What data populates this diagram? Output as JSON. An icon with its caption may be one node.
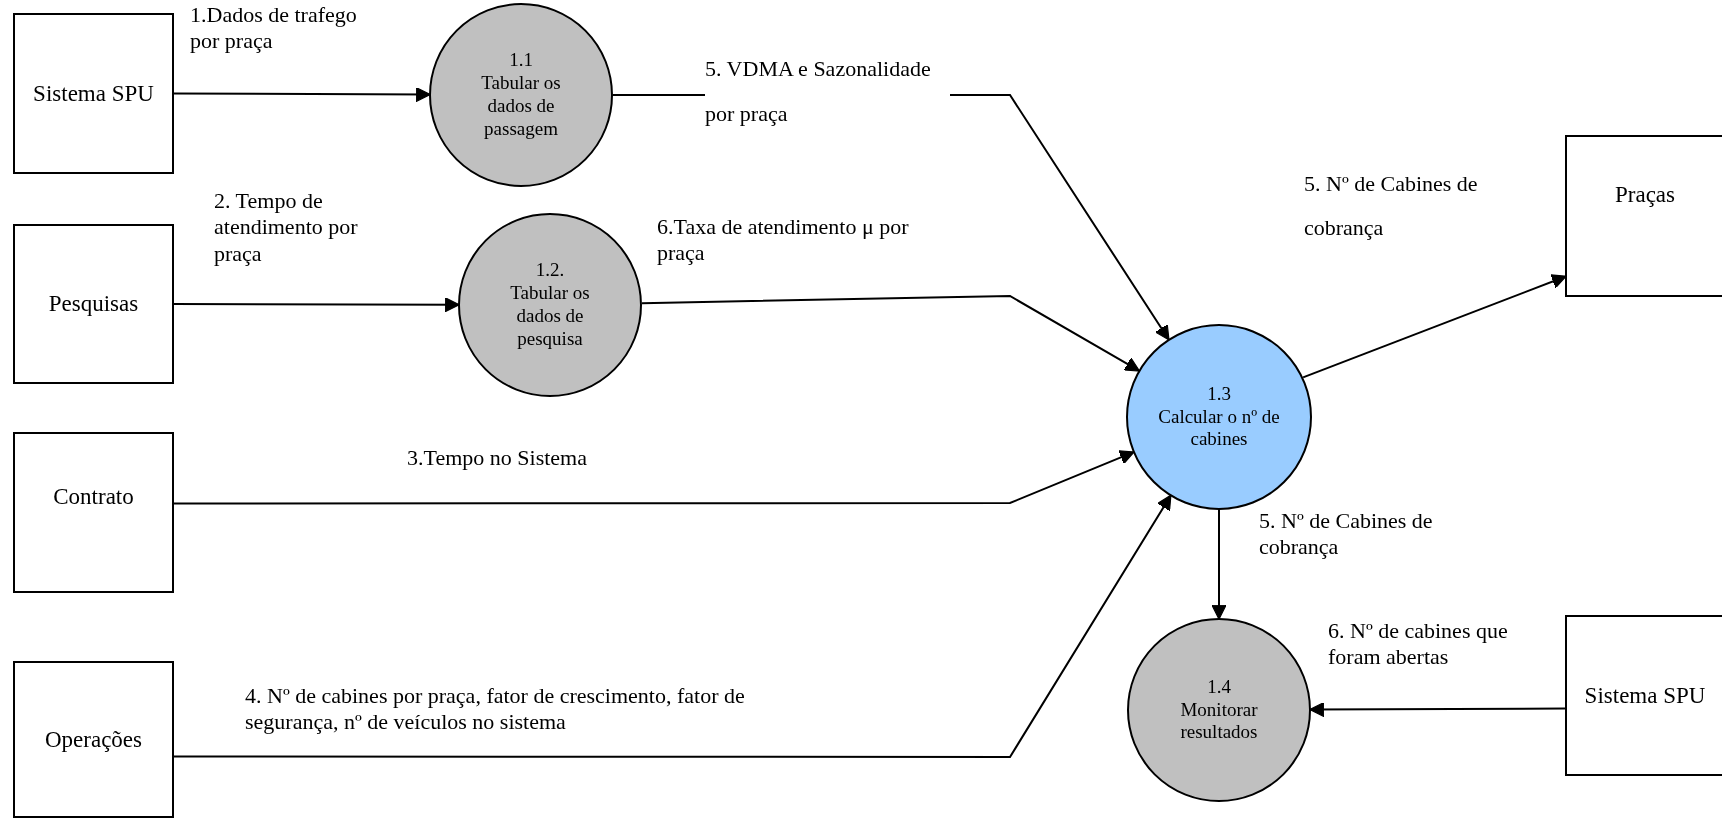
{
  "diagram": {
    "nodes": [
      {
        "text": [
          "Sistema SPU"
        ]
      },
      {
        "text": [
          "1.1",
          "Tabular os dados de passagem"
        ]
      },
      {
        "text": [
          "Pesquisas"
        ]
      },
      {
        "text": [
          "1.2.",
          "Tabular os dados de pesquisa"
        ]
      },
      {
        "text": [
          "Contrato"
        ]
      },
      {
        "text": [
          "Operações"
        ]
      },
      {
        "text": [
          "1.3",
          "Calcular o nº de cabines"
        ]
      },
      {
        "text": [
          "Praças"
        ]
      },
      {
        "text": [
          "1.4",
          "Monitorar resultados"
        ]
      },
      {
        "text": [
          "Sistema SPU"
        ]
      }
    ],
    "edges": [
      {
        "from": 0,
        "to": 1,
        "arrow": "to",
        "label": "1.Dados de trafego por praça"
      },
      {
        "from": 2,
        "to": 3,
        "arrow": "to",
        "label": "2. Tempo de atendimento por praça"
      },
      {
        "from": 1,
        "to": 6,
        "arrow": "to",
        "label": "5. VDMA e Sazonalidade por praça"
      },
      {
        "from": 3,
        "to": 6,
        "arrow": "to",
        "label": "6.Taxa de atendimento μ por praça"
      },
      {
        "from": 4,
        "to": 6,
        "arrow": "to",
        "label": "3.Tempo no Sistema"
      },
      {
        "from": 5,
        "to": 6,
        "arrow": "to",
        "label": "4. Nº de cabines por praça, fator de crescimento, fator de segurança,  nº de veículos no sistema"
      },
      {
        "from": 6,
        "to": 7,
        "arrow": "to",
        "label": "5. Nº de Cabines de cobrança"
      },
      {
        "from": 6,
        "to": 8,
        "arrow": "to",
        "label": "5. Nº de Cabines de cobrança"
      },
      {
        "from": 9,
        "to": 8,
        "arrow": "to",
        "label": "6. Nº de cabines que foram abertas"
      }
    ]
  }
}
